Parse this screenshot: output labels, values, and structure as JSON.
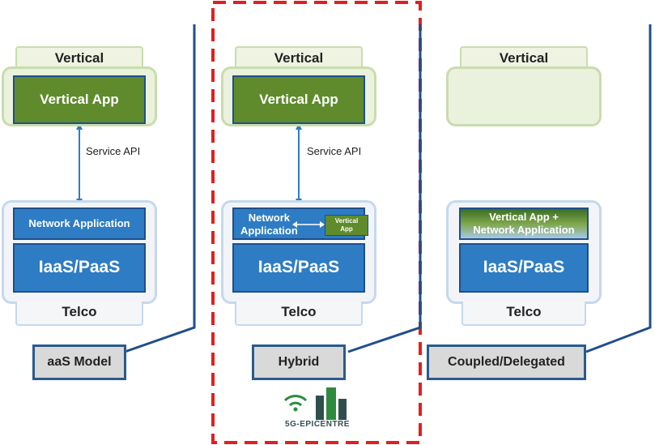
{
  "columns": [
    {
      "vertical_label": "Vertical",
      "vertical_app": "Vertical App",
      "api_label": "Service API",
      "network_app": "Network Application",
      "iaas": "IaaS/PaaS",
      "telco": "Telco",
      "model": "aaS Model"
    },
    {
      "vertical_label": "Vertical",
      "vertical_app": "Vertical App",
      "api_label": "Service API",
      "network_app_line1": "Network",
      "network_app_line2": "Application",
      "mini_app_line1": "Vertical",
      "mini_app_line2": "App",
      "iaas": "IaaS/PaaS",
      "telco": "Telco",
      "model": "Hybrid"
    },
    {
      "vertical_label": "Vertical",
      "combined_line1": "Vertical App +",
      "combined_line2": "Network Application",
      "iaas": "IaaS/PaaS",
      "telco": "Telco",
      "model": "Coupled/Delegated"
    }
  ],
  "logo": {
    "text": "5G-EPICENTRE",
    "icon": "wifi-building-icon"
  },
  "colors": {
    "vertical_app_green": "#5f8b2c",
    "telco_blue": "#2e7cc4",
    "highlight_red": "#e02020",
    "separator_blue": "#1f4f8a"
  }
}
